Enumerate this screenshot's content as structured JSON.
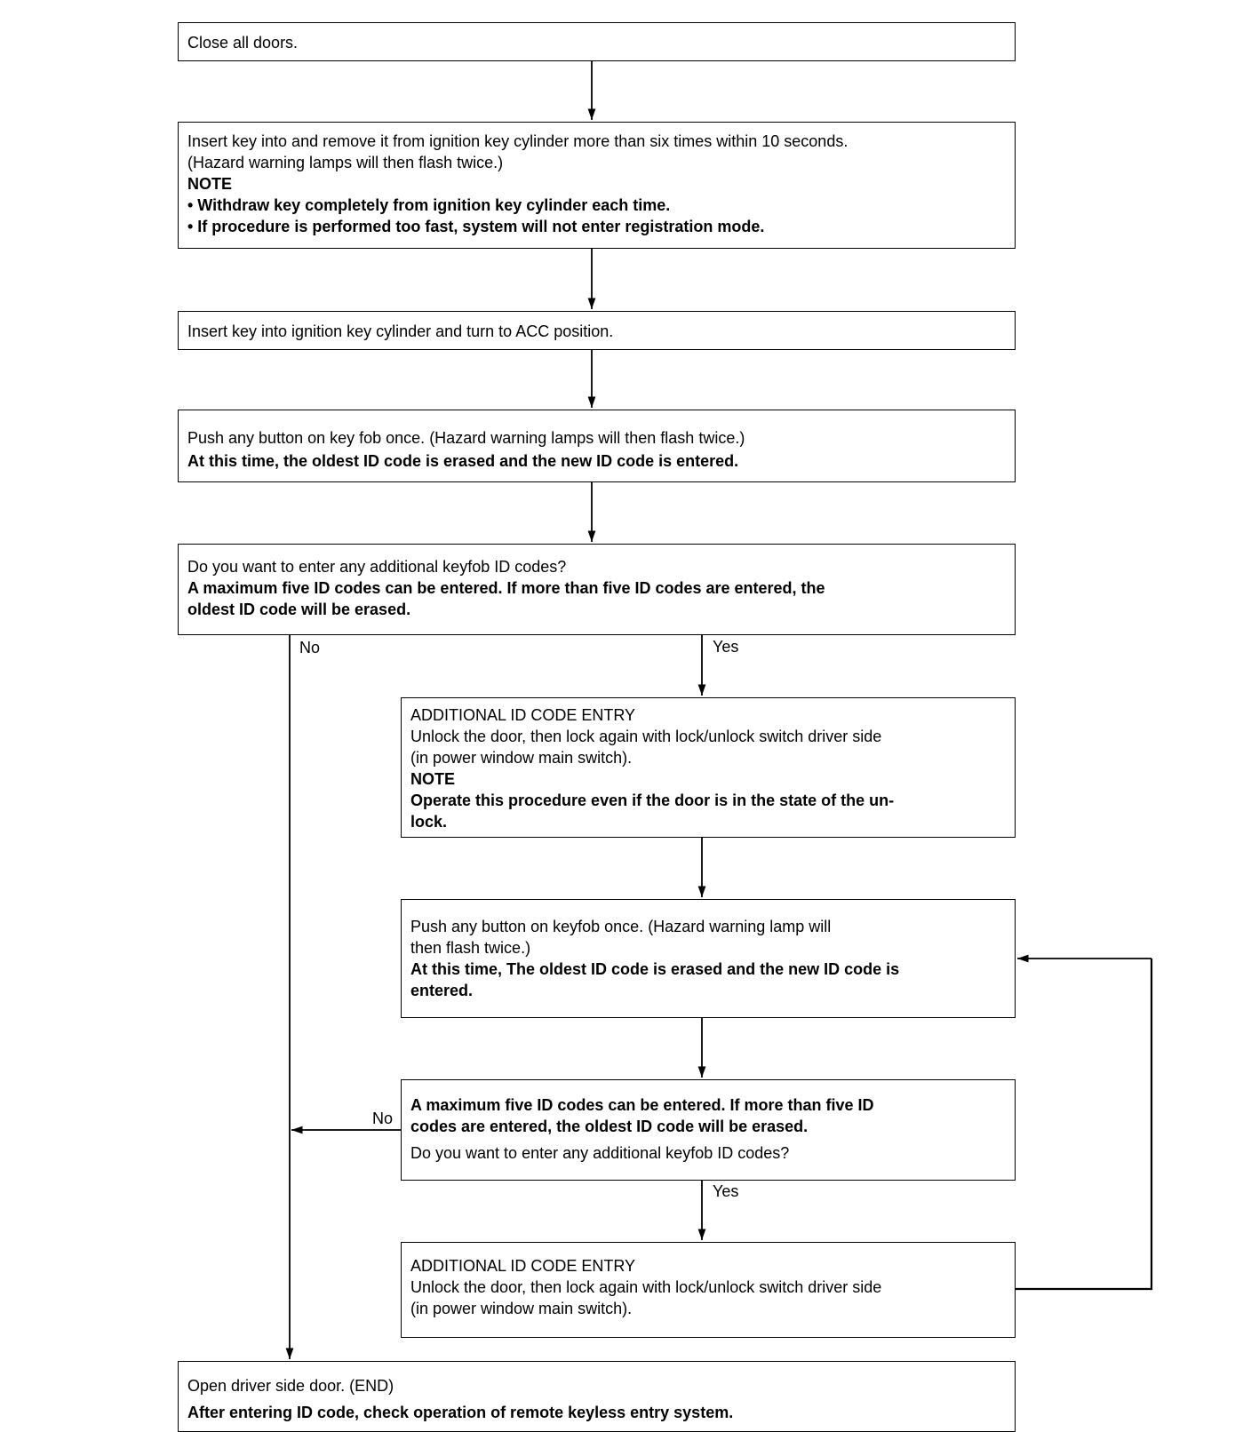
{
  "steps": {
    "s1": {
      "lines": [
        "Close all doors."
      ]
    },
    "s2": {
      "lines": [
        "Insert key into and remove it from ignition key cylinder more than six times within 10 seconds.",
        "(Hazard warning lamps will then flash twice.)"
      ],
      "note_label": "NOTE",
      "note_lines": [
        "• Withdraw key completely from ignition key cylinder each time.",
        "• If procedure is performed too fast, system will not enter registration mode."
      ]
    },
    "s3": {
      "lines": [
        "Insert key into ignition key cylinder and turn to ACC position."
      ]
    },
    "s4": {
      "lines": [
        "Push any button on key fob once. (Hazard warning lamps will then flash twice.)"
      ],
      "bold_lines": [
        "At this time, the oldest ID code is erased and the new ID code is entered."
      ]
    },
    "s5": {
      "lines": [
        "Do you want to enter any additional keyfob ID codes?"
      ],
      "bold_lines": [
        "A  maximum five ID codes can be entered. If more than five ID codes are entered, the",
        "oldest ID code will be erased."
      ]
    },
    "s6": {
      "title": "ADDITIONAL ID CODE ENTRY",
      "lines": [
        "Unlock the door, then lock again with lock/unlock switch driver side",
        "(in power window main switch)."
      ],
      "note_label": "NOTE",
      "note_lines": [
        "Operate this procedure even if the door is in the state of the un-",
        "lock."
      ]
    },
    "s7": {
      "lines": [
        "Push any button on keyfob once. (Hazard warning lamp will",
        "then flash twice.)"
      ],
      "bold_lines": [
        "At this time, The oldest ID code is erased and the new ID code is",
        "entered."
      ]
    },
    "s8": {
      "bold_lines": [
        "A  maximum five ID codes can be entered. If more than five ID",
        "codes are entered, the oldest ID code will be erased."
      ],
      "lines": [
        "Do you want to enter any additional keyfob ID codes?"
      ]
    },
    "s9": {
      "title": "ADDITIONAL ID CODE ENTRY",
      "lines": [
        "Unlock the door, then lock again with lock/unlock switch driver side",
        "(in power window main switch)."
      ]
    },
    "s10": {
      "lines": [
        "Open driver side door. (END)"
      ],
      "bold_lines": [
        "After entering ID code, check operation of remote keyless entry system."
      ]
    }
  },
  "branch_labels": {
    "no_1": "No",
    "yes_1": "Yes",
    "no_2": "No",
    "yes_2": "Yes"
  }
}
